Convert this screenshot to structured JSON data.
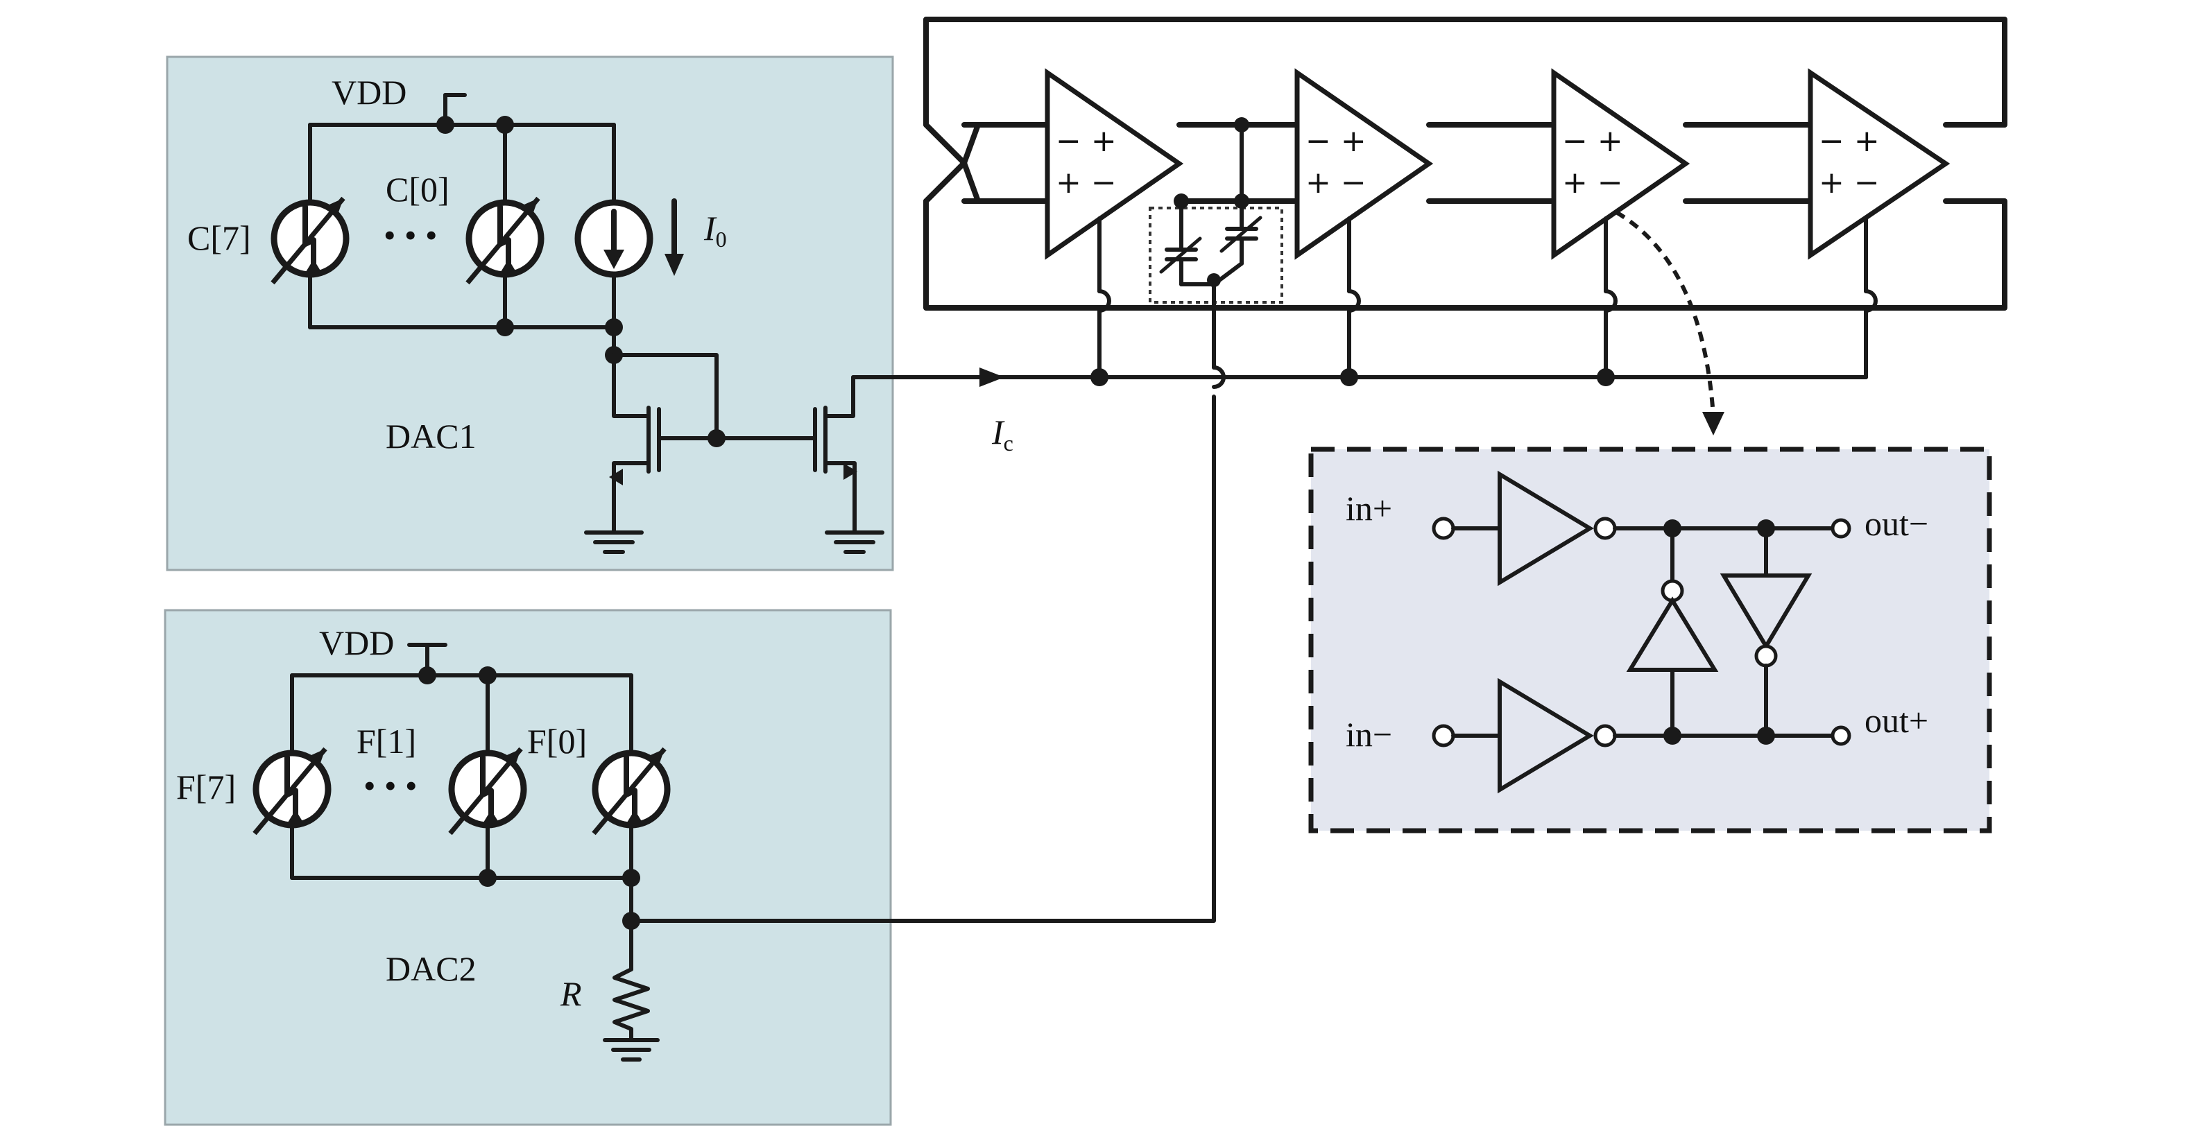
{
  "diagram": {
    "dac1": {
      "title": "DAC1",
      "supply": "VDD",
      "msb_label": "C[7]",
      "lsb_label": "C[0]",
      "ellipsis": "• • •",
      "bias_current_symbol": "I",
      "bias_current_sub": "0"
    },
    "dac2": {
      "title": "DAC2",
      "supply": "VDD",
      "msb_label": "F[7]",
      "mid_label": "F[1]",
      "lsb_label": "F[0]",
      "ellipsis": "• • •",
      "resistor_label": "R"
    },
    "control_current": {
      "symbol": "I",
      "sub": "c"
    },
    "ring": {
      "stages": [
        {
          "top": "− +",
          "bottom": "+ −"
        },
        {
          "top": "− +",
          "bottom": "+ −"
        },
        {
          "top": "− +",
          "bottom": "+ −"
        },
        {
          "top": "− +",
          "bottom": "+ −"
        }
      ]
    },
    "delay_cell": {
      "in_plus": "in+",
      "in_minus": "in−",
      "out_minus": "out−",
      "out_plus": "out+"
    }
  }
}
